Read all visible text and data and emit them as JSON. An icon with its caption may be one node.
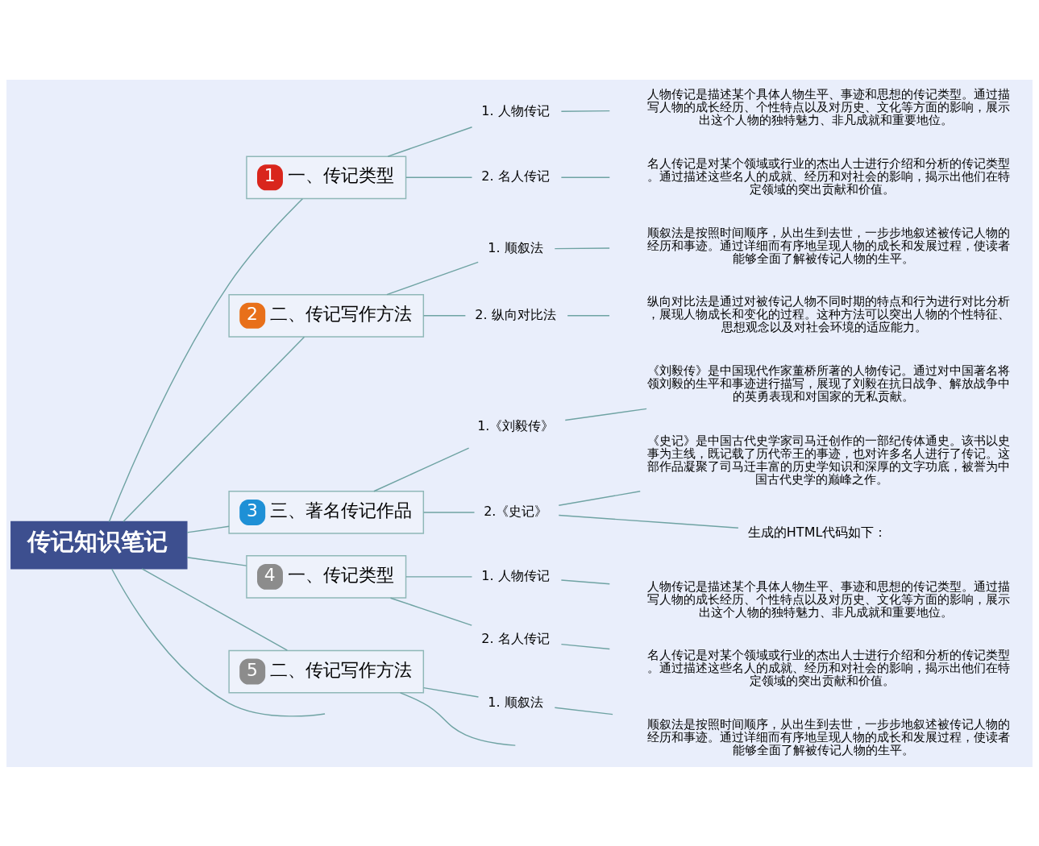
{
  "diagram": {
    "nodes": [
      {
        "text": [
          "传记知识笔记"
        ]
      },
      {
        "text": [
          "1",
          "一、传记类型"
        ]
      },
      {
        "text": [
          "1. 人物传记"
        ]
      },
      {
        "text": [
          "人物传记是描述某个具体人物生平、事迹和思想的传记类型。通过描写人物的成长经历、个性特点以及对历史、文化等方面的影响，展示出这个人物的独特魅力、非凡成就和重要地位。"
        ]
      },
      {
        "text": [
          "2. 名人传记"
        ]
      },
      {
        "text": [
          "名人传记是对某个领域或行业的杰出人士进行介绍和分析的传记类型。通过描述这些名人的成就、经历和对社会的影响，揭示出他们在特定领域的突出贡献和价值。"
        ]
      },
      {
        "text": [
          "2",
          "二、传记写作方法"
        ]
      },
      {
        "text": [
          "1. 顺叙法"
        ]
      },
      {
        "text": [
          "顺叙法是按照时间顺序，从出生到去世，一步步地叙述被传记人物的经历和事迹。通过详细而有序地呈现人物的成长和发展过程，使读者能够全面了解被传记人物的生平。"
        ]
      },
      {
        "text": [
          "2. 纵向对比法"
        ]
      },
      {
        "text": [
          "纵向对比法是通过对被传记人物不同时期的特点和行为进行对比分析，展现人物成长和变化的过程。这种方法可以突出人物的个性特征、思想观念以及对社会环境的适应能力。"
        ]
      },
      {
        "text": [
          "3",
          "三、著名传记作品"
        ]
      },
      {
        "text": [
          "1.《刘毅传》"
        ]
      },
      {
        "text": [
          "《刘毅传》是中国现代作家董桥所著的人物传记。通过对中国著名将领刘毅的生平和事迹进行描写，展现了刘毅在抗日战争、解放战争中的英勇表现和对国家的无私贡献。"
        ]
      },
      {
        "text": [
          "2.《史记》"
        ]
      },
      {
        "text": [
          "《史记》是中国古代史学家司马迁创作的一部纪传体通史。该书以史事为主线，既记载了历代帝王的事迹，也对许多名人进行了传记。这部作品凝聚了司马迁丰富的历史学知识和深厚的文字功底，被誉为中国古代史学的巅峰之作。"
        ]
      },
      {
        "text": [
          "生成的HTML代码如下："
        ]
      },
      {
        "text": [
          "4",
          "一、传记类型"
        ]
      },
      {
        "text": [
          "1. 人物传记"
        ]
      },
      {
        "text": [
          "人物传记是描述某个具体人物生平、事迹和思想的传记类型。通过描写人物的成长经历、个性特点以及对历史、文化等方面的影响，展示出这个人物的独特魅力、非凡成就和重要地位。"
        ]
      },
      {
        "text": [
          "2. 名人传记"
        ]
      },
      {
        "text": [
          "名人传记是对某个领域或行业的杰出人士进行介绍和分析的传记类型。通过描述这些名人的成就、经历和对社会的影响，揭示出他们在特定领域的突出贡献和价值。"
        ]
      },
      {
        "text": [
          "5",
          "二、传记写作方法"
        ]
      },
      {
        "text": [
          "1. 顺叙法"
        ]
      },
      {
        "text": [
          "顺叙法是按照时间顺序，从出生到去世，一步步地叙述被传记人物的经历和事迹。通过详细而有序地呈现人物的成长和发展过程，使读者能够全面了解被传记人物的生平。"
        ]
      }
    ],
    "edges": [
      {
        "from": 0,
        "to": 1,
        "arrow": "none"
      },
      {
        "from": 1,
        "to": 2,
        "arrow": "none"
      },
      {
        "from": 2,
        "to": 3,
        "arrow": "none"
      },
      {
        "from": 1,
        "to": 4,
        "arrow": "none"
      },
      {
        "from": 4,
        "to": 5,
        "arrow": "none"
      },
      {
        "from": 0,
        "to": 6,
        "arrow": "none"
      },
      {
        "from": 6,
        "to": 7,
        "arrow": "none"
      },
      {
        "from": 7,
        "to": 8,
        "arrow": "none"
      },
      {
        "from": 6,
        "to": 9,
        "arrow": "none"
      },
      {
        "from": 9,
        "to": 10,
        "arrow": "none"
      },
      {
        "from": 0,
        "to": 11,
        "arrow": "none"
      },
      {
        "from": 11,
        "to": 12,
        "arrow": "none"
      },
      {
        "from": 12,
        "to": 13,
        "arrow": "none"
      },
      {
        "from": 11,
        "to": 14,
        "arrow": "none"
      },
      {
        "from": 14,
        "to": 15,
        "arrow": "none"
      },
      {
        "from": 14,
        "to": 16,
        "arrow": "none"
      },
      {
        "from": 0,
        "to": 17,
        "arrow": "none"
      },
      {
        "from": 17,
        "to": 18,
        "arrow": "none"
      },
      {
        "from": 18,
        "to": 19,
        "arrow": "none"
      },
      {
        "from": 17,
        "to": 20,
        "arrow": "none"
      },
      {
        "from": 20,
        "to": 21,
        "arrow": "none"
      },
      {
        "from": 0,
        "to": 22,
        "arrow": "none"
      },
      {
        "from": 22,
        "to": 23,
        "arrow": "none"
      },
      {
        "from": 23,
        "to": 24,
        "arrow": "none"
      },
      {
        "from": 22,
        "to": null,
        "arrow": "none"
      },
      {
        "from": 0,
        "to": null,
        "arrow": "none"
      }
    ]
  }
}
